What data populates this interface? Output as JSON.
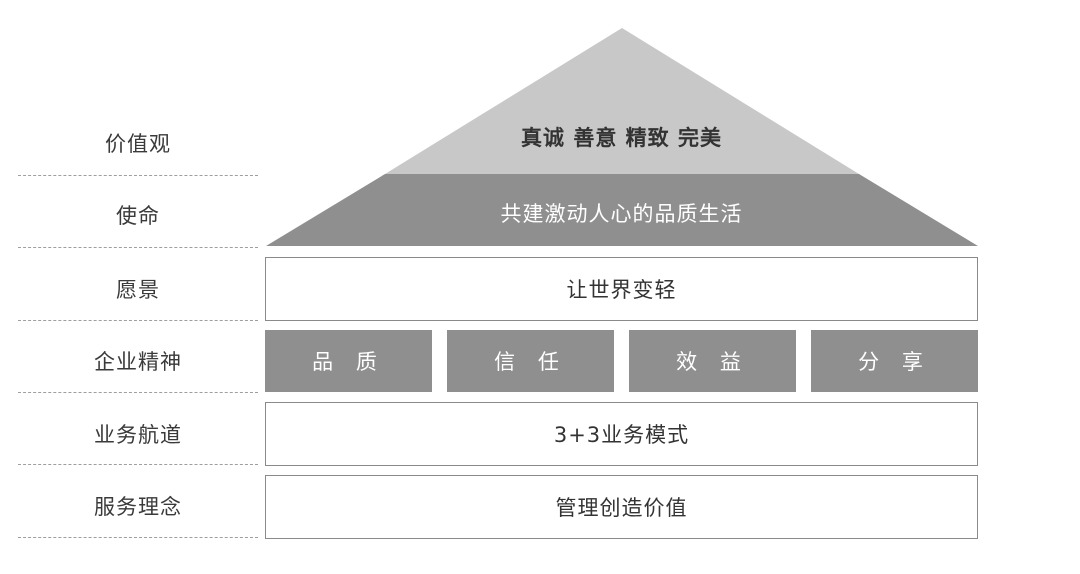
{
  "labels": {
    "values": "价值观",
    "mission": "使命",
    "vision": "愿景",
    "spirit": "企业精神",
    "business": "业务航道",
    "service": "服务理念"
  },
  "values_text": "真诚 善意 精致 完美",
  "mission_text": "共建激动人心的品质生活",
  "vision_text": "让世界变轻",
  "spirit_items": [
    "品 质",
    "信 任",
    "效 益",
    "分 享"
  ],
  "business_text": "3+3业务模式",
  "service_text": "管理创造价值",
  "colors": {
    "roof_top": "#c8c8c8",
    "roof_bottom": "#8f8f8f",
    "spirit_block": "#8f8f8f",
    "box_border": "#8a8a8a",
    "label_text": "#3a3a3a",
    "dash_line": "#9e9e9e"
  }
}
